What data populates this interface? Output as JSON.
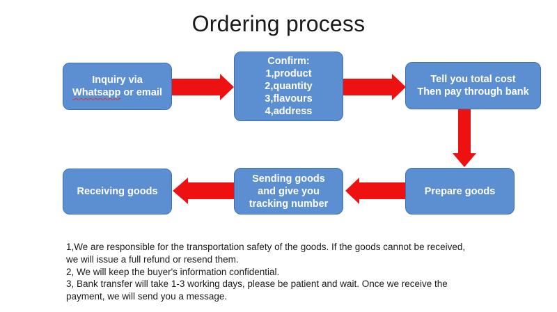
{
  "title": "Ordering process",
  "colors": {
    "box_fill": "#5b8fd1",
    "box_border": "#3f6fae",
    "arrow": "#ee1111"
  },
  "steps": {
    "inquiry": {
      "line1": "Inquiry via",
      "line2_word": "Whatsapp",
      "line2_rest": " or email"
    },
    "confirm": {
      "lines": [
        "Confirm:",
        "1,product",
        "2,quantity",
        "3,flavours",
        "4,address"
      ]
    },
    "total": {
      "lines": [
        "Tell you total cost",
        "Then pay through bank"
      ]
    },
    "prepare": {
      "label": "Prepare goods"
    },
    "sending": {
      "lines": [
        "Sending goods",
        "and give you",
        "tracking number"
      ]
    },
    "receiving": {
      "label": "Receiving goods"
    }
  },
  "notes": [
    "1,We are responsible for the transportation safety of the goods. If the goods cannot be received,",
    "we will issue a full refund or resend them.",
    "2, We will keep the buyer's information confidential.",
    "3, Bank transfer will take 1-3 working days, please be patient and wait. Once we receive the",
    "payment, we will send you a message."
  ]
}
